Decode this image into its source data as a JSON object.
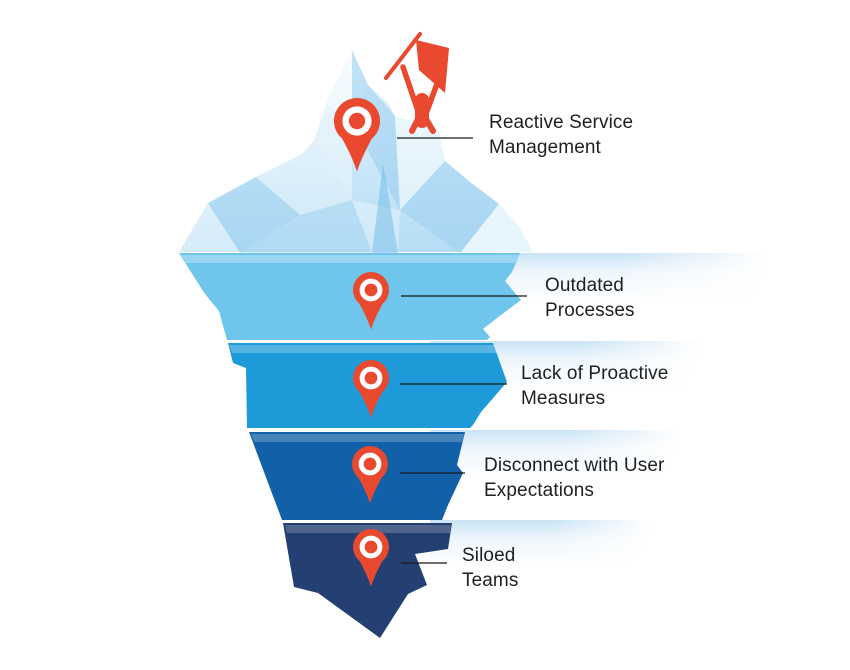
{
  "diagram": {
    "type": "iceberg-infographic",
    "waterline_y_ratio": 0.38
  },
  "items": [
    {
      "label": "Reactive Service Management",
      "position": "above-water",
      "marker": "map-pin-icon"
    },
    {
      "label": "Outdated Processes",
      "position": "underwater-level-1",
      "marker": "map-pin-icon"
    },
    {
      "label": "Lack of Proactive Measures",
      "position": "underwater-level-2",
      "marker": "map-pin-icon"
    },
    {
      "label": "Disconnect with User Expectations",
      "position": "underwater-level-3",
      "marker": "map-pin-icon"
    },
    {
      "label": "Siloed Teams",
      "position": "underwater-level-4",
      "marker": "map-pin-icon"
    }
  ],
  "icons": {
    "summit": "person-with-flag-icon",
    "marker": "map-pin-icon"
  },
  "colors": {
    "accent_red": "#e8492f",
    "ice_light": "#e3f2fc",
    "ice_shadow": "#b9dff5",
    "layer1_blue": "#6fc5ec",
    "layer2_blue": "#1f9ad8",
    "layer3_blue": "#1160a8",
    "layer4_navy": "#243f71",
    "band_blue": "#c7e2f4",
    "text": "#1d2023",
    "leader_line": "#1a1a1a"
  }
}
